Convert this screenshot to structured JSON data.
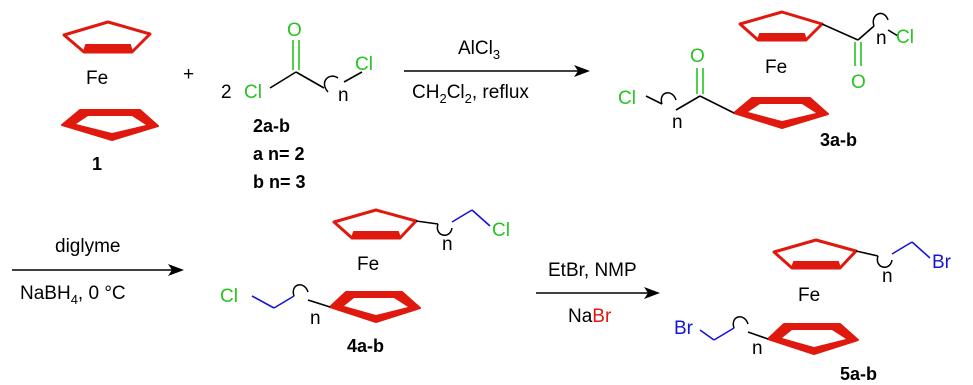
{
  "colors": {
    "ferrocene": "#e0190f",
    "carbonyl_oxygen": "#27c420",
    "chlorine": "#27c420",
    "bromine_chain": "#1515d6",
    "text": "#000000"
  },
  "atoms": {
    "fe": "Fe",
    "cl": "Cl",
    "br": "Br",
    "o": "O",
    "n": "n"
  },
  "reagents": {
    "plus": "+",
    "coefficient": "2"
  },
  "step1": {
    "above": "AlCl",
    "above_sub": "3",
    "below_a": "CH",
    "below_sub1": "2",
    "below_b": "Cl",
    "below_sub2": "2",
    "below_c": ", reflux"
  },
  "step2": {
    "above": "diglyme",
    "below_a": "NaBH",
    "below_sub": "4",
    "below_b": ", 0 °C"
  },
  "step3": {
    "above": "EtBr, NMP",
    "below_a": "Na",
    "below_b": "Br"
  },
  "labels": {
    "c1": "1",
    "c2": "2a-b",
    "c2a": "a n= 2",
    "c2b": "b n= 3",
    "c3": "3a-b",
    "c4": "4a-b",
    "c5": "5a-b"
  }
}
